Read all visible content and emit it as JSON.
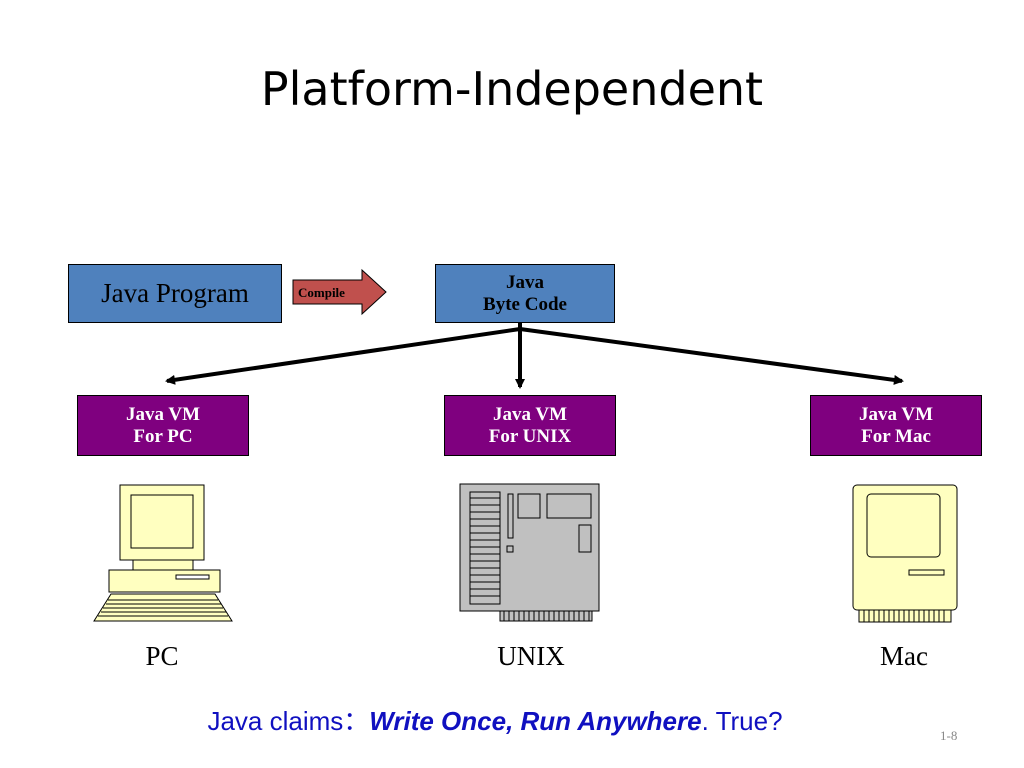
{
  "slide": {
    "title": "Platform-Independent",
    "page_number": "1-8"
  },
  "diagram": {
    "source": {
      "label": "Java Program"
    },
    "arrow": {
      "label": "Compile"
    },
    "bytecode": {
      "line1": "Java",
      "line2": "Byte Code"
    },
    "vms": [
      {
        "line1": "Java VM",
        "line2": "For PC"
      },
      {
        "line1": "Java VM",
        "line2": "For UNIX"
      },
      {
        "line1": "Java VM",
        "line2": "For Mac"
      }
    ],
    "platforms": [
      {
        "label": "PC",
        "icon": "pc-computer-icon"
      },
      {
        "label": "UNIX",
        "icon": "unix-server-icon"
      },
      {
        "label": "Mac",
        "icon": "mac-computer-icon"
      }
    ]
  },
  "footer": {
    "claim_prefix": "Java claims：",
    "claim_emphasis": "Write Once, Run Anywhere",
    "claim_suffix": ". True?"
  },
  "colors": {
    "box_blue": "#4f81bd",
    "vm_purple": "#7f007f",
    "compile_arrow": "#c0504d",
    "computer_beige": "#ffffc0",
    "server_gray": "#c0c0c0",
    "claim_text": "#1010c0"
  }
}
